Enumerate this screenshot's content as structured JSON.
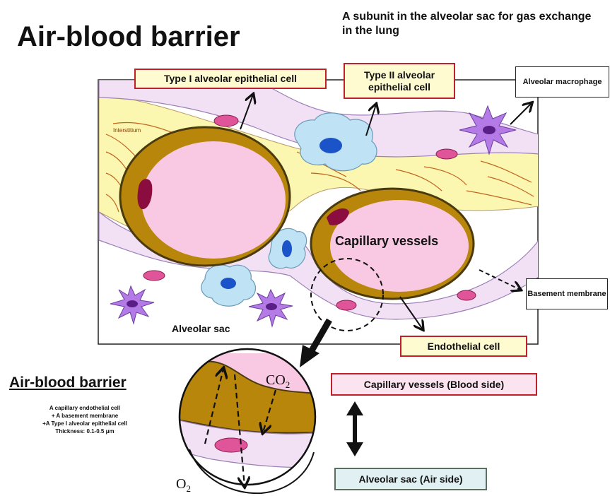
{
  "title": "Air-blood barrier",
  "subtitle": "A subunit in the alveolar sac for gas exchange in the lung",
  "labels": {
    "type1": "Type I alveolar epithelial cell",
    "type2": "Type II alveolar epithelial cell",
    "macrophage": "Alveolar macrophage",
    "basement": "Basement membrane",
    "endothelial": "Endothelial cell",
    "interstitium": "Interstitium",
    "capillary": "Capillary vessels",
    "alveolar_sac": "Alveolar sac",
    "blood_side": "Capillary vessels (Blood side)",
    "air_side": "Alveolar sac (Air side)"
  },
  "barrier_box": {
    "title": "Air-blood barrier",
    "lines": [
      "A capillary endothelial  cell",
      "+ A basement  membrane",
      "+A Type I alveolar epithelial  cell",
      "Thickness: 0.1-0.5 μm"
    ]
  },
  "gases": {
    "co2_main": "CO",
    "co2_sub": "2",
    "o2_main": "O",
    "o2_sub": "2"
  },
  "colors": {
    "label_border_red": "#c0202a",
    "label_fill_yellow": "#fffbd0",
    "blood_fill": "#f9c8e2",
    "basement_tan": "#b8860b",
    "interstitium_yellow": "#fbf6b0",
    "epithelium_lilac": "#f2e1f5",
    "type2_blue": "#bfe2f5",
    "macrophage_purple": "#b47be6",
    "nucleus_pink": "#e0559a"
  }
}
